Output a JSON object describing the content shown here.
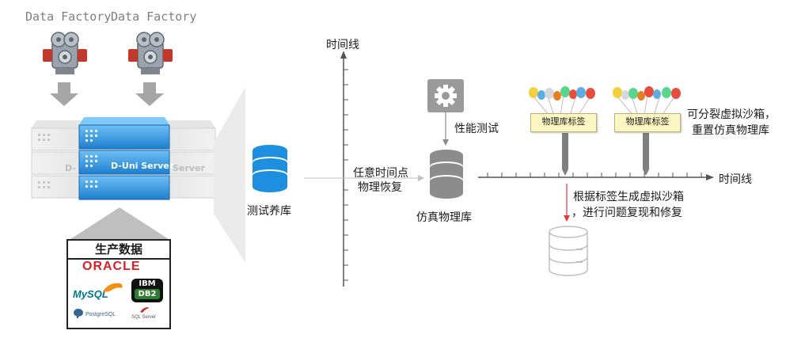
{
  "data_factory": {
    "label_left": "Data Factory",
    "label_right": "Data Factory"
  },
  "server": {
    "front_label": "D-Uni Server",
    "side_label_right": "Server",
    "side_label_left": "D-"
  },
  "production": {
    "title": "生产数据",
    "logos": {
      "oracle": "ORACLE",
      "mysql": "MySQL",
      "ibm_line1": "IBM",
      "ibm_line2": "DB2",
      "postgres": "PostgreSQL",
      "sqlserver": "SQL Server"
    }
  },
  "diagram": {
    "test_db_label": "测试养库",
    "axis_label_vertical": "时间线",
    "recover_line1": "任意时间点",
    "recover_line2": "物理恢复",
    "perf_test_label": "性能测试",
    "sim_db_label": "仿真物理库",
    "axis_label_horizontal": "时间线",
    "tag1": "物理库标签",
    "tag2": "物理库标签",
    "sandbox_line1": "可分裂虚拟沙箱，",
    "sandbox_line2": "重置仿真物理库",
    "generate_line1": "根据标签生成虚拟沙箱",
    "generate_line2": "，进行问题复现和修复"
  },
  "colors": {
    "server_blue": "#2f8fd6",
    "db_blue": "#1e8fe0",
    "db_gray": "#8c8c8c",
    "arrow_red": "#e53935",
    "arrow_gray": "#bfbfbf"
  },
  "icons": [
    "engine-icon",
    "gear-icon",
    "database-icon",
    "balloon-icon"
  ]
}
